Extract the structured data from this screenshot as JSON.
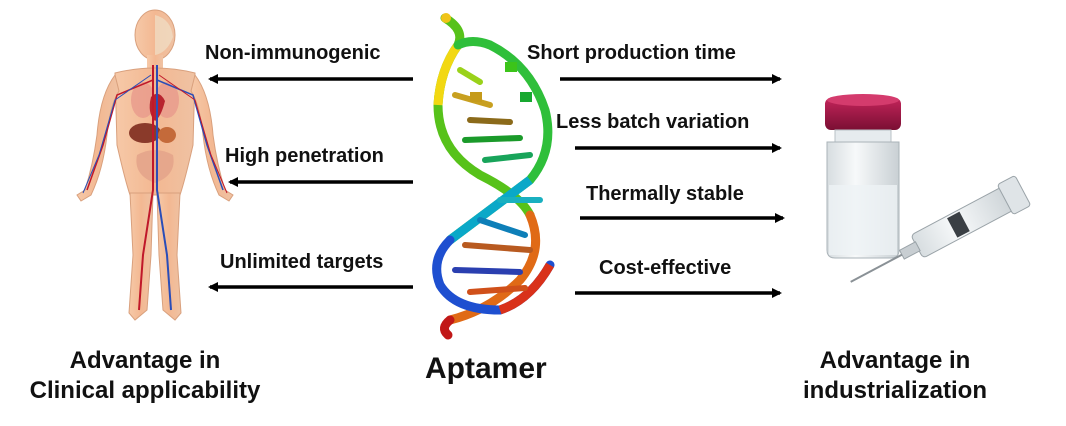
{
  "center": {
    "title": "Aptamer"
  },
  "left": {
    "caption_line1": "Advantage in",
    "caption_line2": "Clinical applicability",
    "items": [
      "Non-immunogenic",
      "High penetration",
      "Unlimited targets"
    ]
  },
  "right": {
    "caption_line1": "Advantage in",
    "caption_line2": "industrialization",
    "items": [
      "Short production time",
      "Less batch variation",
      "Thermally stable",
      "Cost-effective"
    ]
  },
  "icons": {
    "left_image": "human-anatomy-icon",
    "center_image": "aptamer-rna-structure-icon",
    "right_image": "vial-and-syringe-icon"
  },
  "colors": {
    "arrow": "#000000",
    "text": "#111111"
  }
}
